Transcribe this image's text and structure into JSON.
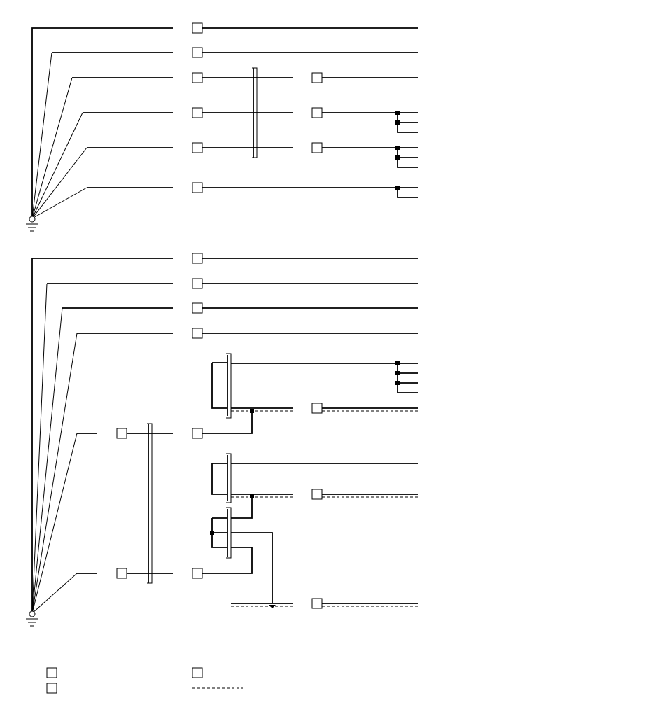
{
  "diagram": {
    "kind": "wiring-harness-schematic",
    "sections": [
      "upper-harness",
      "lower-harness"
    ],
    "legend_items": [
      {
        "symbol": "box"
      },
      {
        "symbol": "box"
      },
      {
        "symbol": "box"
      },
      {
        "symbol": "dashed-line"
      }
    ]
  }
}
